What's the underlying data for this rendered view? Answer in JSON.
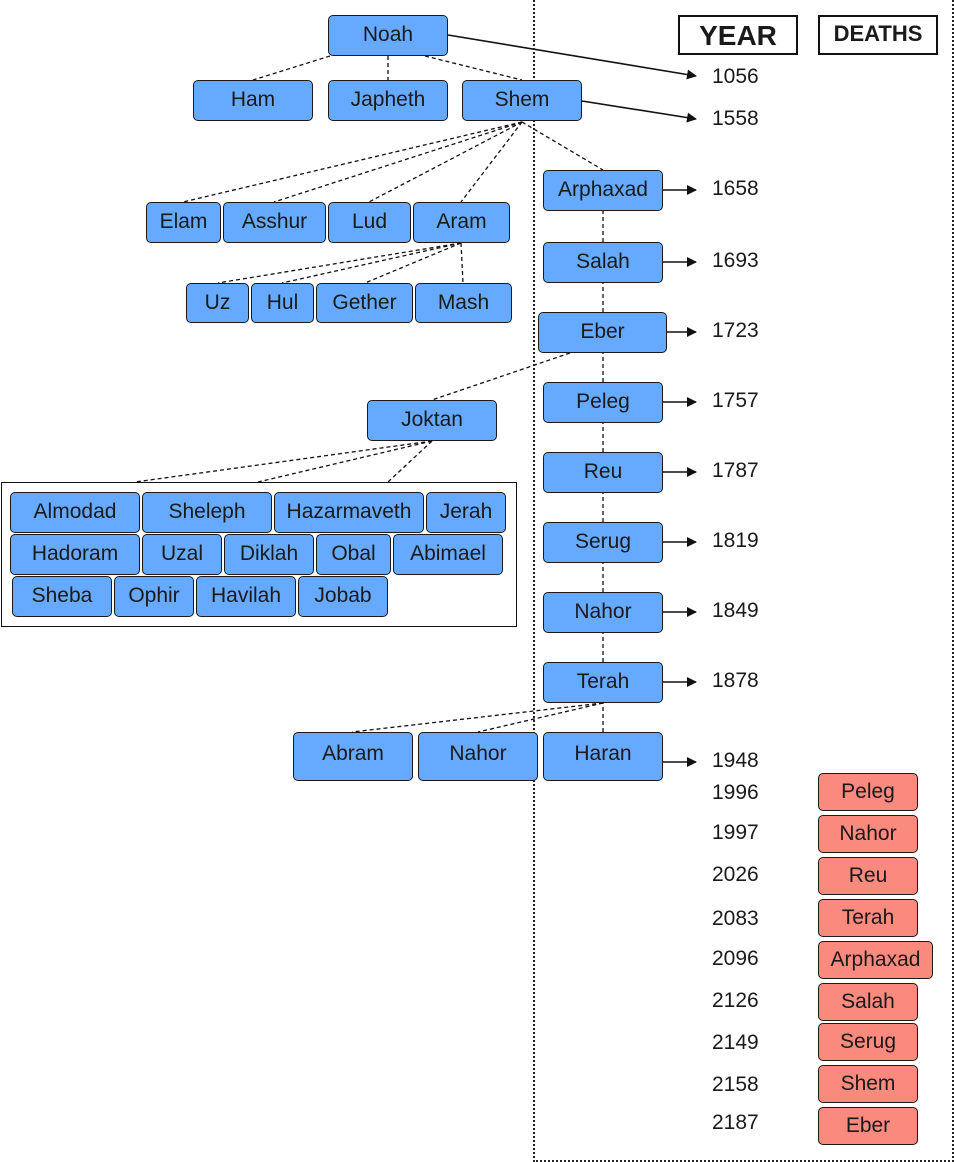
{
  "headers": {
    "year": "YEAR",
    "deaths": "DEATHS"
  },
  "nodes": {
    "noah": "Noah",
    "ham": "Ham",
    "japheth": "Japheth",
    "shem": "Shem",
    "arphaxad": "Arphaxad",
    "elam": "Elam",
    "asshur": "Asshur",
    "lud": "Lud",
    "aram": "Aram",
    "uz": "Uz",
    "hul": "Hul",
    "gether": "Gether",
    "mash": "Mash",
    "salah": "Salah",
    "eber": "Eber",
    "joktan": "Joktan",
    "peleg": "Peleg",
    "reu": "Reu",
    "serug": "Serug",
    "nahor": "Nahor",
    "terah": "Terah",
    "abram": "Abram",
    "nahor2": "Nahor",
    "haran": "Haran",
    "almodad": "Almodad",
    "sheleph": "Sheleph",
    "hazarmaveth": "Hazarmaveth",
    "jerah": "Jerah",
    "hadoram": "Hadoram",
    "uzal": "Uzal",
    "diklah": "Diklah",
    "obal": "Obal",
    "abimael": "Abimael",
    "sheba": "Sheba",
    "ophir": "Ophir",
    "havilah": "Havilah",
    "jobab": "Jobab"
  },
  "birth_years": [
    "1056",
    "1558",
    "1658",
    "1693",
    "1723",
    "1757",
    "1787",
    "1819",
    "1849",
    "1878",
    "1948"
  ],
  "deaths": [
    {
      "year": "1996",
      "name": "Peleg"
    },
    {
      "year": "1997",
      "name": "Nahor"
    },
    {
      "year": "2026",
      "name": "Reu"
    },
    {
      "year": "2083",
      "name": "Terah"
    },
    {
      "year": "2096",
      "name": "Arphaxad"
    },
    {
      "year": "2126",
      "name": "Salah"
    },
    {
      "year": "2149",
      "name": "Serug"
    },
    {
      "year": "2158",
      "name": "Shem"
    },
    {
      "year": "2187",
      "name": "Eber"
    }
  ]
}
